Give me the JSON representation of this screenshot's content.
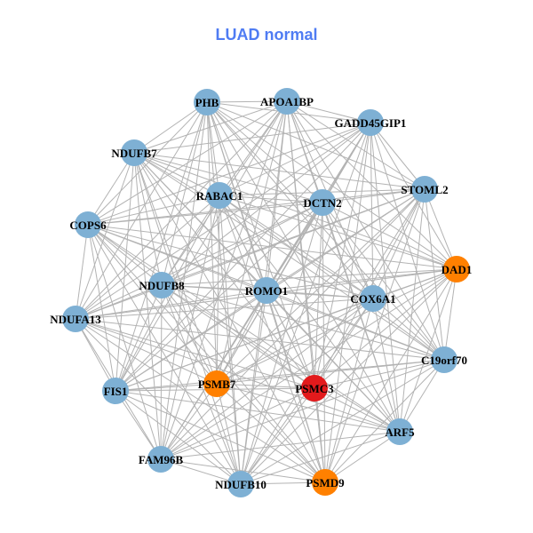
{
  "title": "LUAD normal",
  "colors": {
    "default": "#7eb0d4",
    "orange": "#ff8000",
    "red": "#e31a1c",
    "edge": "#b3b3b3"
  },
  "nodes": [
    {
      "id": "PHB",
      "color": "default"
    },
    {
      "id": "APOA1BP",
      "color": "default"
    },
    {
      "id": "GADD45GIP1",
      "color": "default"
    },
    {
      "id": "NDUFB7",
      "color": "default"
    },
    {
      "id": "RABAC1",
      "color": "default"
    },
    {
      "id": "DCTN2",
      "color": "default"
    },
    {
      "id": "STOML2",
      "color": "default"
    },
    {
      "id": "COPS6",
      "color": "default"
    },
    {
      "id": "DAD1",
      "color": "orange"
    },
    {
      "id": "NDUFB8",
      "color": "default"
    },
    {
      "id": "ROMO1",
      "color": "default"
    },
    {
      "id": "COX6A1",
      "color": "default"
    },
    {
      "id": "NDUFA13",
      "color": "default"
    },
    {
      "id": "C19orf70",
      "color": "default"
    },
    {
      "id": "FIS1",
      "color": "default"
    },
    {
      "id": "PSMB7",
      "color": "orange"
    },
    {
      "id": "PSMC3",
      "color": "red"
    },
    {
      "id": "ARF5",
      "color": "default"
    },
    {
      "id": "FAM96B",
      "color": "default"
    },
    {
      "id": "NDUFB10",
      "color": "default"
    },
    {
      "id": "PSMD9",
      "color": "orange"
    }
  ]
}
